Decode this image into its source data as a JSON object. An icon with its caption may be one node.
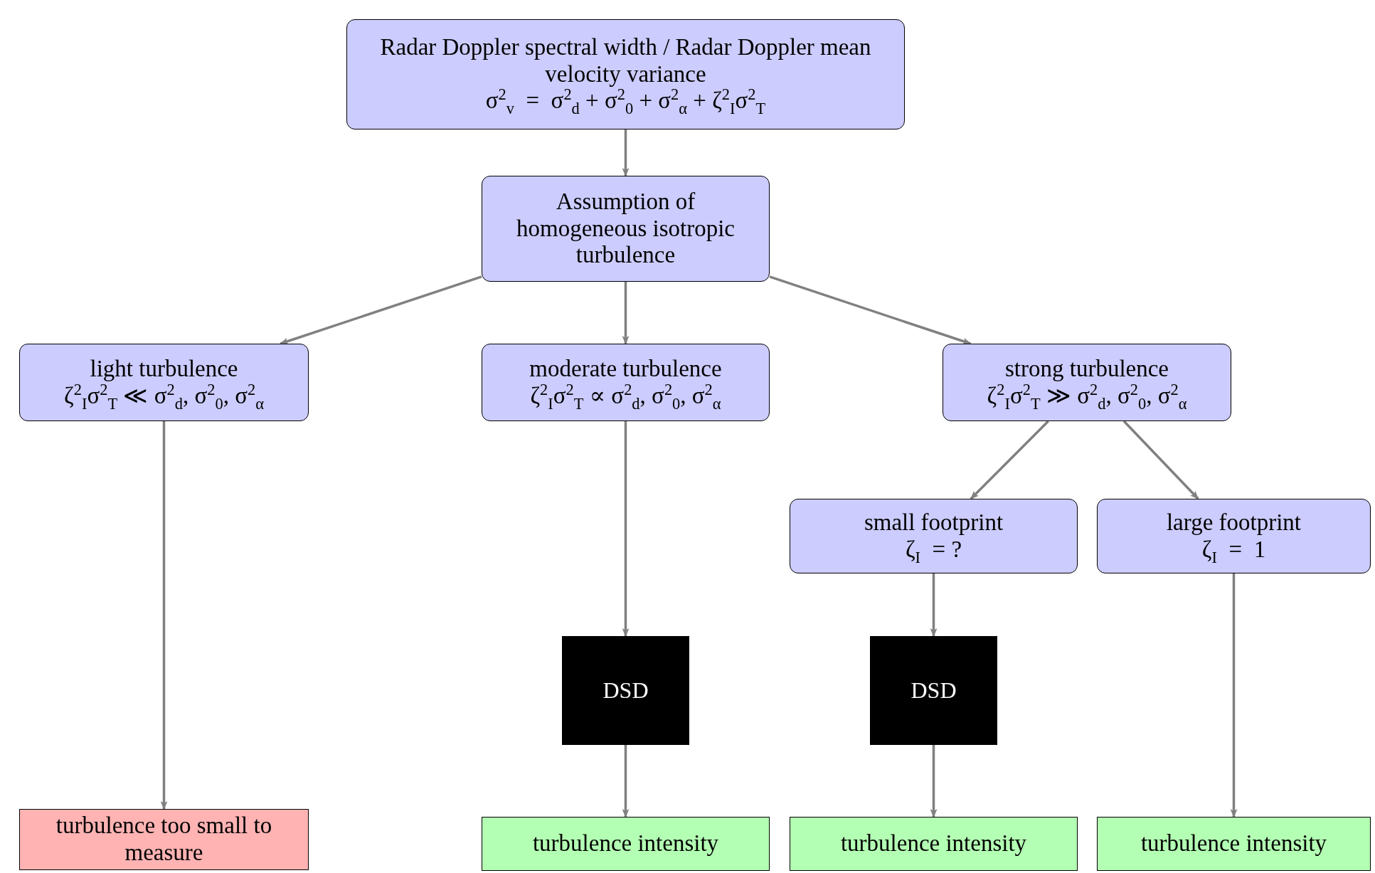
{
  "diagram": {
    "nodes": [
      {
        "text": [
          "Radar Doppler spectral width / Radar Doppler mean velocity variance",
          "σ$^{2}$$_{v}$  =  σ$^{2}$$_{d}$ + σ$^{2}$$_{0}$ + σ$^{2}$$_{α}$ + ζ$^{2}$$_{I}$σ$^{2}$$_{T}$"
        ]
      },
      {
        "text": [
          "Assumption of homogeneous isotropic turbulence"
        ]
      },
      {
        "text": [
          "light turbulence",
          "ζ$^{2}$$_{I}$σ$^{2}$$_{T}$ ≪ σ$^{2}$$_{d}$, σ$^{2}$$_{0}$, σ$^{2}$$_{α}$"
        ]
      },
      {
        "text": [
          "moderate turbulence",
          "ζ$^{2}$$_{I}$σ$^{2}$$_{T}$ ∝ σ$^{2}$$_{d}$, σ$^{2}$$_{0}$, σ$^{2}$$_{α}$"
        ]
      },
      {
        "text": [
          "strong turbulence",
          "ζ$^{2}$$_{I}$σ$^{2}$$_{T}$ ≫ σ$^{2}$$_{d}$, σ$^{2}$$_{0}$, σ$^{2}$$_{α}$"
        ]
      },
      {
        "text": [
          "small footprint",
          "ζ$_{I}$  = ?"
        ]
      },
      {
        "text": [
          "large footprint",
          "ζ$_{I}$  =  1"
        ]
      },
      {
        "text": [
          "DSD"
        ]
      },
      {
        "text": [
          "DSD"
        ]
      },
      {
        "text": [
          "turbulence too small to measure"
        ]
      },
      {
        "text": [
          "turbulence intensity"
        ]
      },
      {
        "text": [
          "turbulence intensity"
        ]
      },
      {
        "text": [
          "turbulence intensity"
        ]
      }
    ],
    "edges": [
      {
        "from": 0,
        "to": 1,
        "arrow": "to"
      },
      {
        "from": 1,
        "to": 2,
        "arrow": "to"
      },
      {
        "from": 1,
        "to": 3,
        "arrow": "to"
      },
      {
        "from": 1,
        "to": 4,
        "arrow": "to"
      },
      {
        "from": 2,
        "to": 9,
        "arrow": "to"
      },
      {
        "from": 3,
        "to": 7,
        "arrow": "to"
      },
      {
        "from": 7,
        "to": 10,
        "arrow": "to"
      },
      {
        "from": 4,
        "to": 5,
        "arrow": "to"
      },
      {
        "from": 4,
        "to": 6,
        "arrow": "to"
      },
      {
        "from": 5,
        "to": 8,
        "arrow": "to"
      },
      {
        "from": 8,
        "to": 11,
        "arrow": "to"
      },
      {
        "from": 6,
        "to": 12,
        "arrow": "to"
      }
    ]
  }
}
